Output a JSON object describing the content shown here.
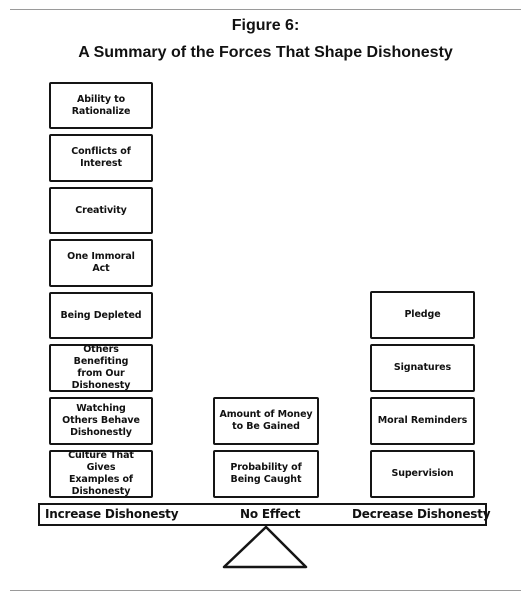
{
  "figure": {
    "label": "Figure 6:",
    "title": "A Summary of the Forces That Shape Dishonesty"
  },
  "increase_factors": [
    "Ability to\nRationalize",
    "Conflicts of\nInterest",
    "Creativity",
    "One Immoral\nAct",
    "Being Depleted",
    "Others Benefiting\nfrom Our\nDishonesty",
    "Watching\nOthers Behave\nDishonestly",
    "Culture That Gives\nExamples of\nDishonesty"
  ],
  "no_effect_factors": [
    "Amount of Money\nto Be Gained",
    "Probability of\nBeing Caught"
  ],
  "decrease_factors": [
    "Pledge",
    "Signatures",
    "Moral Reminders",
    "Supervision"
  ],
  "scale": {
    "left_label": "Increase Dishonesty",
    "center_label": "No Effect",
    "right_label": "Decrease Dishonesty"
  }
}
